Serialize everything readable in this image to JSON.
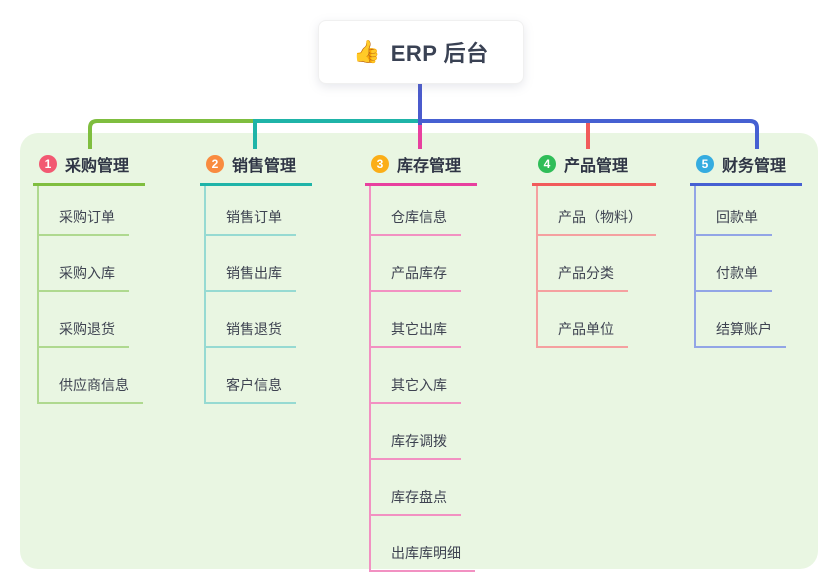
{
  "root": {
    "icon": "👍",
    "label": "ERP 后台",
    "stem_color": "#4B5BCD"
  },
  "branches": [
    {
      "num": "1",
      "title": "采购管理",
      "colors": {
        "badge": "#F25972",
        "line": "#7FBE3F",
        "line_light": "#AFD98F"
      },
      "items": [
        "采购订单",
        "采购入库",
        "采购退货",
        "供应商信息"
      ]
    },
    {
      "num": "2",
      "title": "销售管理",
      "colors": {
        "badge": "#F98B3F",
        "line": "#1FB4A8",
        "line_light": "#96DAD2"
      },
      "items": [
        "销售订单",
        "销售出库",
        "销售退货",
        "客户信息"
      ]
    },
    {
      "num": "3",
      "title": "库存管理",
      "colors": {
        "badge": "#FBAE17",
        "line": "#E8409F",
        "line_light": "#F291C2"
      },
      "items": [
        "仓库信息",
        "产品库存",
        "其它出库",
        "其它入库",
        "库存调拨",
        "库存盘点",
        "出库库明细"
      ]
    },
    {
      "num": "4",
      "title": "产品管理",
      "colors": {
        "badge": "#2FBD58",
        "line": "#F15B5B",
        "line_light": "#F5A0A0"
      },
      "items": [
        "产品（物料）",
        "产品分类",
        "产品单位"
      ]
    },
    {
      "num": "5",
      "title": "财务管理",
      "colors": {
        "badge": "#35ACE0",
        "line": "#4660D2",
        "line_light": "#92A5E6"
      },
      "items": [
        "回款单",
        "付款单",
        "结算账户"
      ]
    }
  ]
}
